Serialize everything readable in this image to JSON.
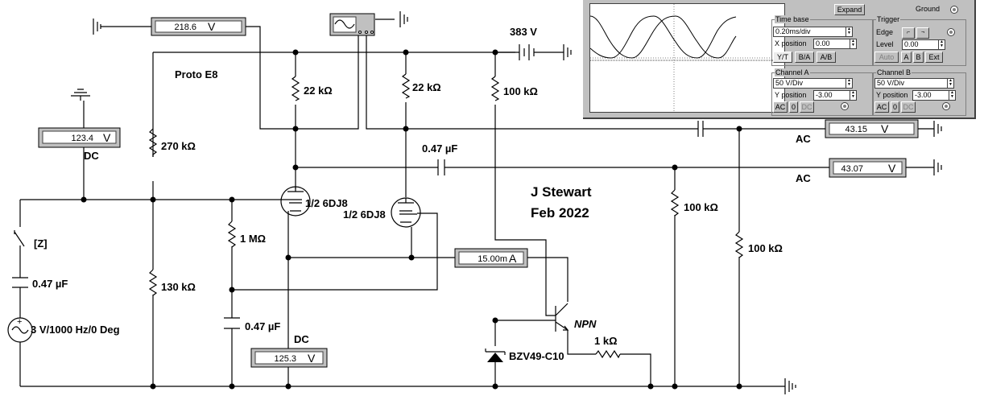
{
  "meters": {
    "top_voltmeter": "218.6",
    "left_voltmeter": "123.4",
    "bottom_voltmeter": "125.3",
    "ammeter": "15.00m",
    "ac_voltmeter_1": "43.15",
    "ac_voltmeter_2": "43.07",
    "unit_v": "V",
    "unit_a": "A"
  },
  "labels": {
    "title": "Proto E8",
    "author": "J Stewart",
    "date": "Feb 2022",
    "supply": "383 V",
    "dc_left": "DC",
    "dc_bottom": "DC",
    "ac_1": "AC",
    "ac_2": "AC",
    "r_plate_1": "22 kΩ",
    "r_plate_2": "22 kΩ",
    "r_100k_top": "100 kΩ",
    "r_270k": "270 kΩ",
    "r_130k": "130 kΩ",
    "r_1m": "1 MΩ",
    "r_100k_mid": "100 kΩ",
    "r_100k_right": "100 kΩ",
    "r_1k": "1 kΩ",
    "c_coupling": "0.47 µF",
    "c_input": "0.47 µF",
    "c_grid": "0.47 µF",
    "tube_1": "1/2 6DJ8",
    "tube_2": "1/2 6DJ8",
    "source": "3 V/1000 Hz/0 Deg",
    "switch_key": "[Z]",
    "transistor": "NPN",
    "zener": "BZV49-C10"
  },
  "scope": {
    "expand": "Expand",
    "ground": "Ground",
    "timebase": {
      "title": "Time base",
      "value": "0.20ms/div",
      "xpos_label": "X position",
      "xpos": "0.00",
      "modes": [
        "Y/T",
        "B/A",
        "A/B"
      ]
    },
    "trigger": {
      "title": "Trigger",
      "edge_label": "Edge",
      "level_label": "Level",
      "level": "0.00",
      "sources": [
        "Auto",
        "A",
        "B",
        "Ext"
      ]
    },
    "channel_a": {
      "title": "Channel A",
      "value": "50 V/Div",
      "ypos_label": "Y position",
      "ypos": "-3.00",
      "coupling": [
        "AC",
        "0",
        "DC"
      ]
    },
    "channel_b": {
      "title": "Channel B",
      "value": "50 V/Div",
      "ypos_label": "Y position",
      "ypos": "-3.00",
      "coupling": [
        "AC",
        "0",
        "DC"
      ]
    }
  },
  "colors": {
    "wire": "#000000",
    "panel": "#c0c0c0",
    "screen": "#ffffff"
  }
}
